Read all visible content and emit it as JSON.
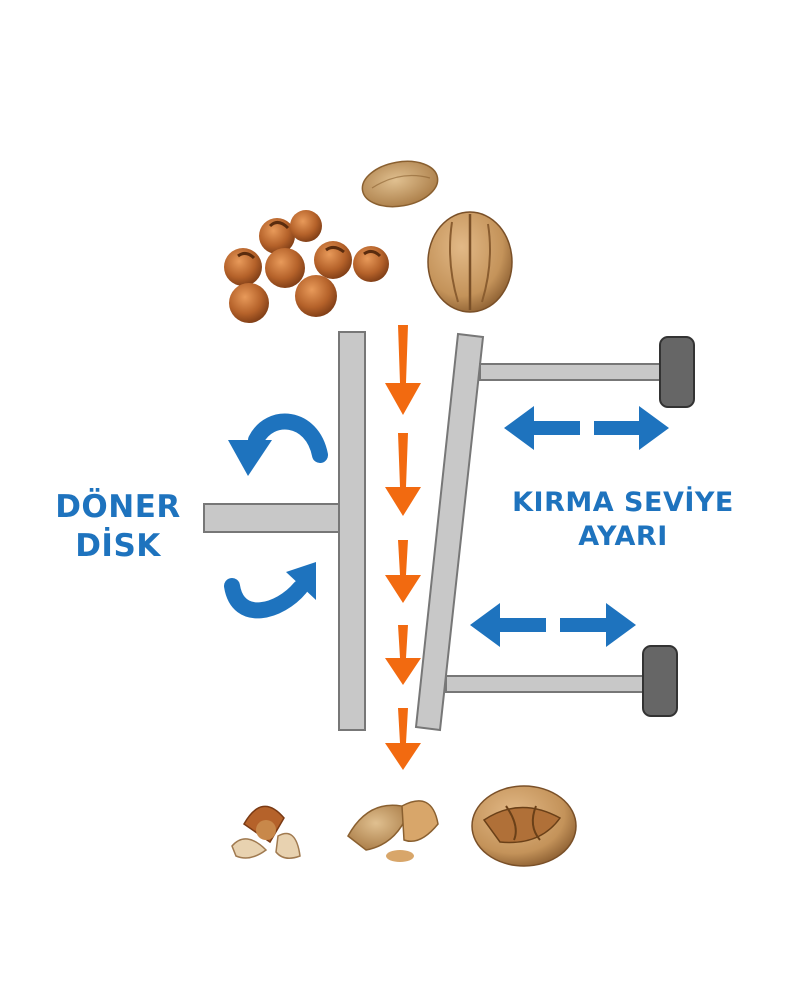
{
  "labels": {
    "left": {
      "line1": "DÖNER",
      "line2": "DİSK"
    },
    "right": {
      "line1": "KIRMA SEVİYE",
      "line2": "AYARI"
    }
  },
  "colors": {
    "accent_blue": "#1e73be",
    "flow_orange": "#f26a10",
    "plate_fill": "#c8c8c8",
    "plate_stroke": "#777777",
    "knob_fill": "#666666",
    "hazelnut": "#b5622a",
    "almond": "#b98a52",
    "walnut": "#c4935a"
  },
  "icons": {
    "rotate_ccw": "curved-arrow-icon",
    "rotate_cw": "curved-arrow-icon",
    "adjust": "double-arrow-icon",
    "flow": "down-arrow-icon"
  }
}
